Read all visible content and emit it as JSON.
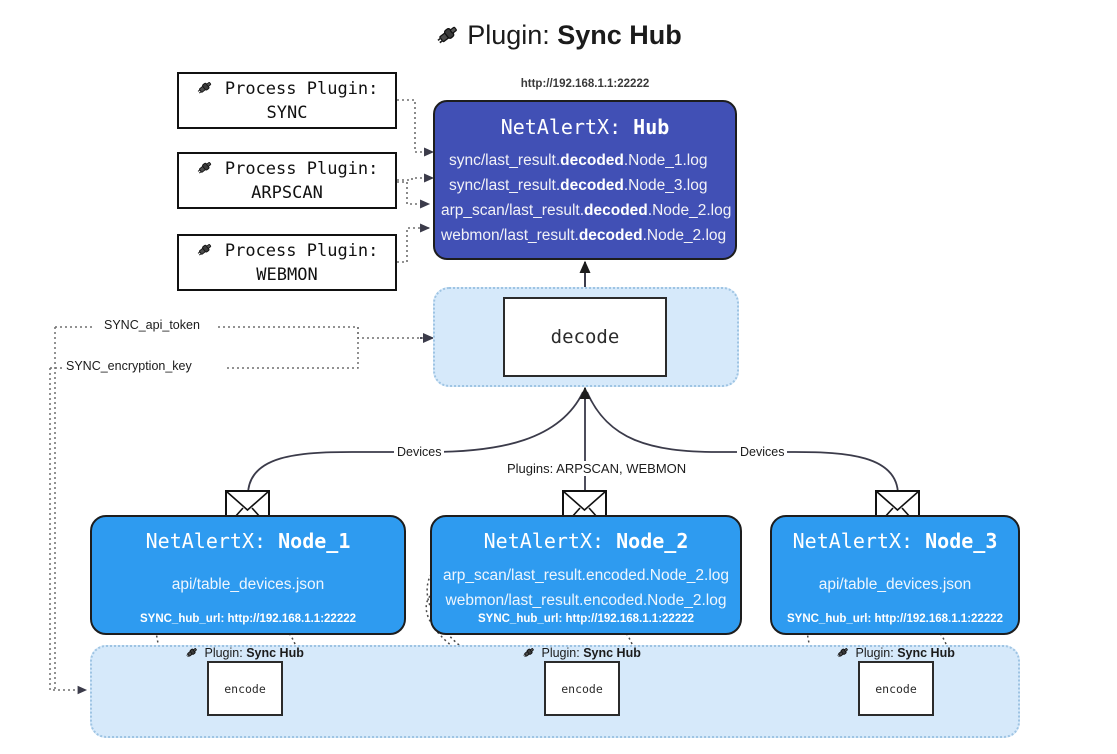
{
  "header": {
    "icon": "plug-icon",
    "prefix": "Plugin:",
    "name": "Sync Hub"
  },
  "process_plugins": [
    {
      "icon": "plug-icon",
      "line1": "Process Plugin:",
      "line2": "SYNC"
    },
    {
      "icon": "plug-icon",
      "line1": "Process Plugin:",
      "line2": "ARPSCAN"
    },
    {
      "icon": "plug-icon",
      "line1": "Process Plugin:",
      "line2": "WEBMON"
    }
  ],
  "hub": {
    "url_label": "http://192.168.1.1:22222",
    "title_prefix": "NetAlertX:",
    "title_name": "Hub",
    "logs": [
      {
        "pre": "sync/last_result.",
        "mid": "decoded",
        "post": ".Node_1.log"
      },
      {
        "pre": "sync/last_result.",
        "mid": "decoded",
        "post": ".Node_3.log"
      },
      {
        "pre": "arp_scan/last_result.",
        "mid": "decoded",
        "post": ".Node_2.log"
      },
      {
        "pre": "webmon/last_result.",
        "mid": "decoded",
        "post": ".Node_2.log"
      }
    ]
  },
  "decode": {
    "label": "decode"
  },
  "settings_edges": [
    {
      "label": "SYNC_api_token"
    },
    {
      "label": "SYNC_encryption_key"
    }
  ],
  "edge_labels": {
    "devices_left": "Devices",
    "plugins_center": "Plugins: ARPSCAN, WEBMON",
    "devices_right": "Devices"
  },
  "nodes": [
    {
      "icon": "envelope-icon",
      "title_prefix": "NetAlertX:",
      "title_name": "Node_1",
      "lines": [
        "api/table_devices.json"
      ],
      "footer": "SYNC_hub_url: http://192.168.1.1:22222"
    },
    {
      "icon": "envelope-icon",
      "title_prefix": "NetAlertX:",
      "title_name": "Node_2",
      "lines": [
        "arp_scan/last_result.encoded.Node_2.log",
        "webmon/last_result.encoded.Node_2.log"
      ],
      "footer": "SYNC_hub_url: http://192.168.1.1:22222"
    },
    {
      "icon": "envelope-icon",
      "title_prefix": "NetAlertX:",
      "title_name": "Node_3",
      "lines": [
        "api/table_devices.json"
      ],
      "footer": "SYNC_hub_url: http://192.168.1.1:22222"
    }
  ],
  "encoders": [
    {
      "caption_icon": "plug-icon",
      "caption_prefix": "Plugin:",
      "caption_name": "Sync Hub",
      "label": "encode"
    },
    {
      "caption_icon": "plug-icon",
      "caption_prefix": "Plugin:",
      "caption_name": "Sync Hub",
      "label": "encode"
    },
    {
      "caption_icon": "plug-icon",
      "caption_prefix": "Plugin:",
      "caption_name": "Sync Hub",
      "label": "encode"
    }
  ],
  "colors": {
    "hub_fill": "#4150b5",
    "node_fill": "#2e9bf0",
    "container_fill": "#d6e9fa",
    "container_border": "#9ec4e3",
    "stroke": "#1d1d1d",
    "page_bg": "#ffffff"
  }
}
